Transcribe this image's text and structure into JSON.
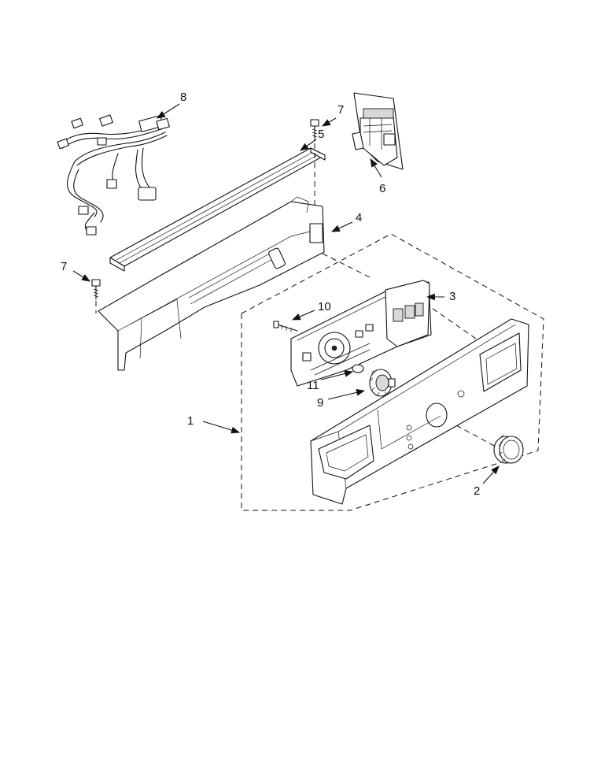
{
  "callouts": [
    {
      "id": "1",
      "text": "1"
    },
    {
      "id": "2",
      "text": "2"
    },
    {
      "id": "3",
      "text": "3"
    },
    {
      "id": "4",
      "text": "4"
    },
    {
      "id": "5",
      "text": "5"
    },
    {
      "id": "6",
      "text": "6"
    },
    {
      "id": "7a",
      "text": "7"
    },
    {
      "id": "7b",
      "text": "7"
    },
    {
      "id": "8",
      "text": "8"
    },
    {
      "id": "9",
      "text": "9"
    },
    {
      "id": "10",
      "text": "10"
    },
    {
      "id": "11",
      "text": "11"
    }
  ]
}
